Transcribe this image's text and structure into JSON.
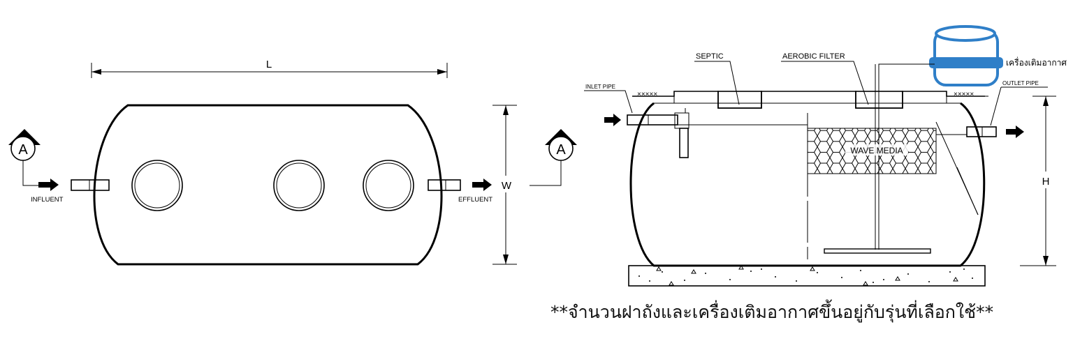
{
  "plan_view": {
    "section_marker": "A",
    "dim_length": "L",
    "dim_width": "W",
    "influent_label": "INFLUENT",
    "effluent_label": "EFFLUENT"
  },
  "section_view": {
    "section_marker": "A",
    "septic_label": "SEPTIC",
    "aerobic_filter_label": "AEROBIC FILTER",
    "blower_label": "เครื่องเติมอากาศ",
    "inlet_pipe_label": "INLET PIPE",
    "outlet_pipe_label": "OUTLET PIPE",
    "wave_media_label": "WAVE MEDIA",
    "dim_height": "H"
  },
  "note": "**จำนวนฝาถังและเครื่องเติมอากาศขึ้นอยู่กับรุ่นที่เลือกใช้**",
  "colors": {
    "blower": "#2f7fc8",
    "line": "#000000",
    "background": "#ffffff"
  },
  "icons": [
    "section-marker-icon",
    "flow-arrow-icon",
    "blower-icon",
    "ground-hatch-icon"
  ]
}
